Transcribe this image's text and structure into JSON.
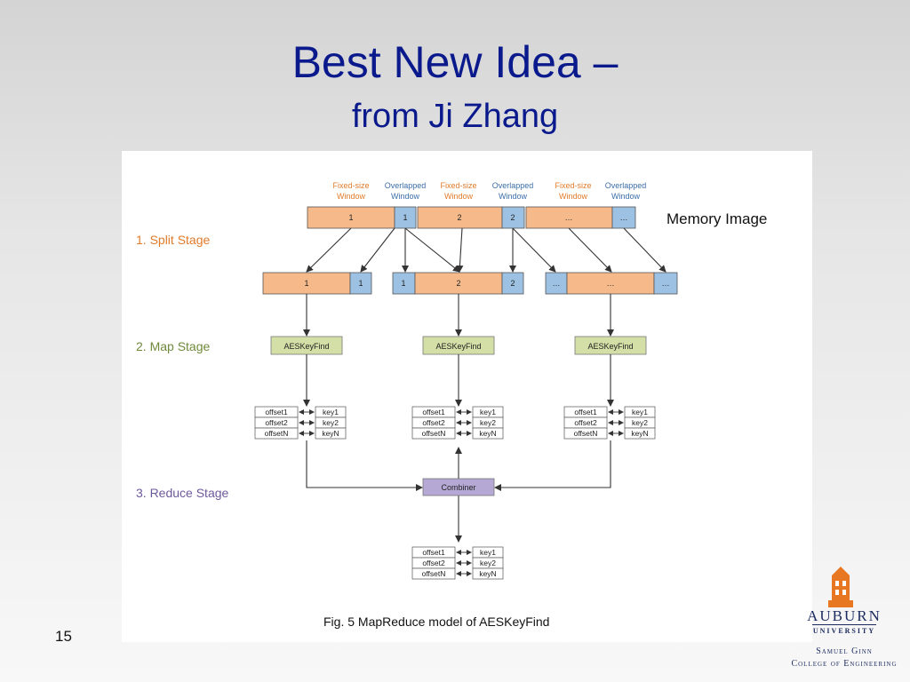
{
  "slide": {
    "title_line1": "Best New Idea –",
    "title_line2": "from Ji Zhang",
    "slide_number": "15"
  },
  "figure": {
    "caption": "Fig. 5 MapReduce model of AESKeyFind",
    "memory_image_label": "Memory Image",
    "stages": {
      "split": "1. Split Stage",
      "map": "2. Map Stage",
      "reduce": "3. Reduce Stage"
    },
    "window_headers": [
      {
        "line1": "Fixed-size",
        "line2": "Window"
      },
      {
        "line1": "Overlapped",
        "line2": "Window"
      },
      {
        "line1": "Fixed-size",
        "line2": "Window"
      },
      {
        "line1": "Overlapped",
        "line2": "Window"
      },
      {
        "line1": "Fixed-size",
        "line2": "Window"
      },
      {
        "line1": "Overlapped",
        "line2": "Window"
      }
    ],
    "memory_segments": [
      "1",
      "1",
      "2",
      "2",
      "…",
      "…"
    ],
    "split_blocks": [
      {
        "fixed": "1",
        "overlap": "1"
      },
      {
        "overlap": "1",
        "fixed": "2",
        "overlap2": "2"
      },
      {
        "overlap": "…",
        "fixed": "…",
        "overlap2": "…"
      }
    ],
    "map_label": "AESKeyFind",
    "combiner_label": "Combiner",
    "kv_rows": [
      {
        "offset": "offset1",
        "key": "key1"
      },
      {
        "offset": "offset2",
        "key": "key2"
      },
      {
        "offset": "offsetN",
        "key": "keyN"
      }
    ]
  },
  "logo": {
    "word": "AUBURN",
    "university": "UNIVERSITY",
    "college_line1": "Samuel Ginn",
    "college_line2": "College of Engineering"
  },
  "colors": {
    "title": "#0a1a8c",
    "fixed_window": "#f6b98a",
    "overlap_window": "#9dc1e2",
    "map_box": "#d3dfa6",
    "combiner_box": "#b6a8d4",
    "split_label": "#e07b2a",
    "map_label": "#6f8a3a",
    "reduce_label": "#6c5a9c",
    "header_orange": "#e07b2a",
    "header_blue": "#3b6ea8"
  }
}
